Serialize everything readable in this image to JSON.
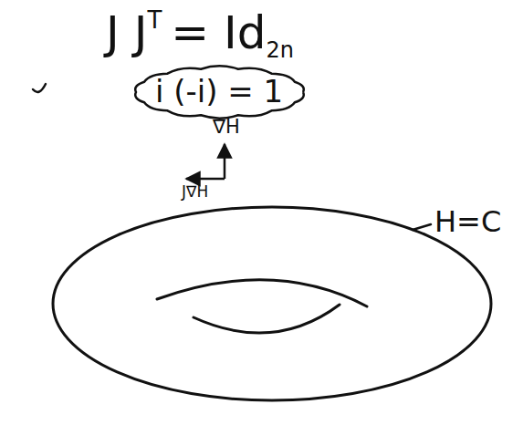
{
  "diagram": {
    "nodes": [
      {
        "text": [
          "i (-i) = 1"
        ]
      }
    ],
    "labels": [
      "J J",
      "T",
      "= Id",
      "2n",
      "∇H",
      "J∇H",
      "H=C"
    ]
  }
}
